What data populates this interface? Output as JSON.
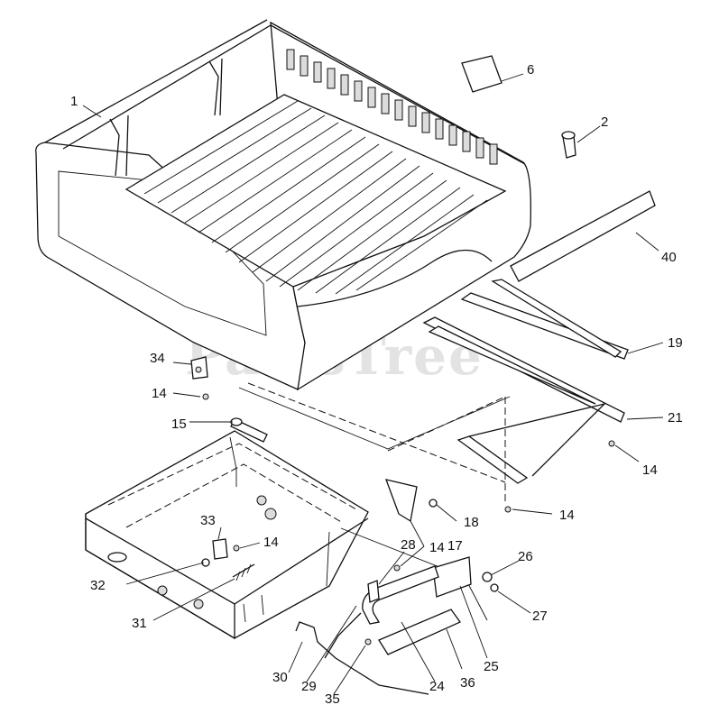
{
  "watermark": {
    "text": "PartsTree",
    "color": "#d0d0d0"
  },
  "callouts": [
    {
      "id": "c1",
      "label": "1"
    },
    {
      "id": "c2",
      "label": "2"
    },
    {
      "id": "c6",
      "label": "6"
    },
    {
      "id": "c40",
      "label": "40"
    },
    {
      "id": "c19",
      "label": "19"
    },
    {
      "id": "c21",
      "label": "21"
    },
    {
      "id": "c14a",
      "label": "14"
    },
    {
      "id": "c14b",
      "label": "14"
    },
    {
      "id": "c14c",
      "label": "14"
    },
    {
      "id": "c14d",
      "label": "14"
    },
    {
      "id": "c14e",
      "label": "14"
    },
    {
      "id": "c34",
      "label": "34"
    },
    {
      "id": "c15",
      "label": "15"
    },
    {
      "id": "c18",
      "label": "18"
    },
    {
      "id": "c17",
      "label": "17"
    },
    {
      "id": "c28",
      "label": "28"
    },
    {
      "id": "c33",
      "label": "33"
    },
    {
      "id": "c32",
      "label": "32"
    },
    {
      "id": "c31",
      "label": "31"
    },
    {
      "id": "c26",
      "label": "26"
    },
    {
      "id": "c27",
      "label": "27"
    },
    {
      "id": "c25",
      "label": "25"
    },
    {
      "id": "c30",
      "label": "30"
    },
    {
      "id": "c29",
      "label": "29"
    },
    {
      "id": "c35",
      "label": "35"
    },
    {
      "id": "c24",
      "label": "24"
    },
    {
      "id": "c36",
      "label": "36"
    }
  ]
}
